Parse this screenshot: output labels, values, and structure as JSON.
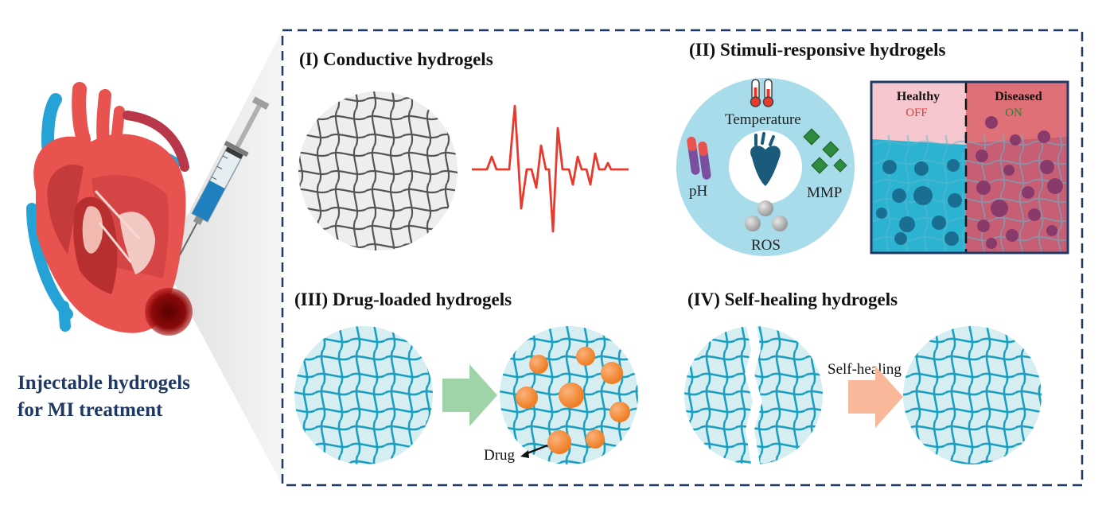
{
  "main_label": {
    "line1": "Injectable hydrogels",
    "line2": "for MI treatment"
  },
  "panels": {
    "conductive": {
      "title": "(I) Conductive hydrogels"
    },
    "stimuli": {
      "title": "(II) Stimuli-responsive hydrogels",
      "stimuli_labels": {
        "temperature": "Temperature",
        "ph": "pH",
        "mmp": "MMP",
        "ros": "ROS"
      },
      "healthy_label": "Healthy",
      "healthy_state": "OFF",
      "diseased_label": "Diseased",
      "diseased_state": "ON"
    },
    "drug_loaded": {
      "title": "(III) Drug-loaded hydrogels",
      "drug_label": "Drug"
    },
    "self_healing": {
      "title": "(IV) Self-healing hydrogels",
      "process_label": "Self-healing"
    }
  },
  "colors": {
    "title_navy": "#1f3864",
    "hydrogel_fill": "#d6eef2",
    "hydrogel_line": "#1a9fc1",
    "signal_red": "#e8392c",
    "drug_orange": "#f28a30",
    "arrow_green": "#9fd4a8",
    "arrow_salmon": "#f9b89a",
    "stimuli_circle": "#a8dcea",
    "healthy_bg": "#f6c7cf",
    "diseased_bg": "#e07078",
    "off_text": "#e8392c",
    "on_text": "#2e7d32"
  },
  "icons": [
    "heart-icon",
    "syringe-icon",
    "thermometer-icon",
    "ph-tube-icon",
    "mmp-crystal-icon",
    "ros-bubble-icon",
    "arrow-icon"
  ]
}
